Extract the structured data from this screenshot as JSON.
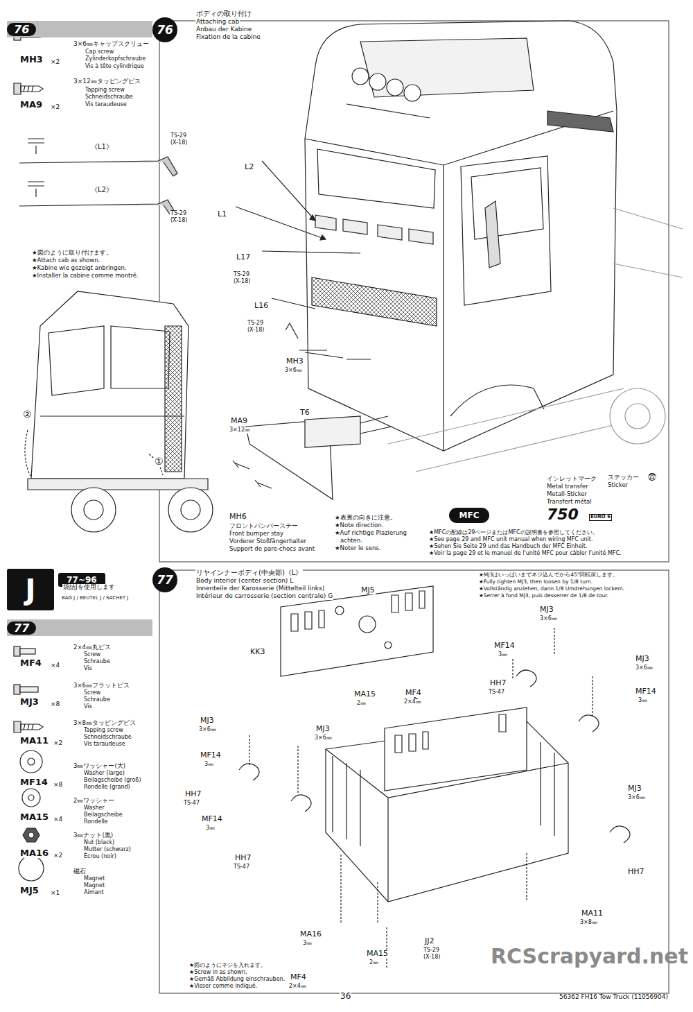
{
  "diagram": {
    "nodes": [
      {
        "text": [
          "76"
        ]
      },
      {
        "text": [
          "76"
        ]
      },
      {
        "text": [
          "J"
        ]
      },
      {
        "text": [
          "77~96"
        ]
      },
      {
        "text": [
          "77"
        ]
      },
      {
        "text": [
          "77"
        ]
      },
      {
        "text": [
          "MFC"
        ]
      }
    ],
    "labels": [
      "3×6㎜キャップスクリュー",
      "Cap screw",
      "Zylinderkopfschraube",
      "Vis à tête cylindrique",
      "MH3",
      "×2",
      "3×12㎜タッピングビス",
      "Tapping screw",
      "Schneidschraube",
      "Vis taraudeuse",
      "MA9",
      "×2",
      "《L1》",
      "TS-29",
      "(X-18)",
      "《L2》",
      "TS-29",
      "(X-18)",
      "★図のように取り付けます。",
      "★Attach cab as shown.",
      "★Kabine wie gezeigt anbringen.",
      "★Installer la cabine comme montré.",
      "②",
      "①",
      "ボディの取り付け",
      "Attaching cab",
      "Anbau der Kabine",
      "Fixation de la cabine",
      "L2",
      "L1",
      "L17",
      "TS-29",
      "(X-18)",
      "L16",
      "TS-29",
      "(X-18)",
      "MH3",
      "3×6㎜",
      "MA9",
      "3×12㎜",
      "T6",
      "MH6",
      "フロントバンパーステー",
      "Front bumper stay",
      "Vorderer Stoßfängerhalter",
      "Support de pare-chocs avant",
      "★表裏の向きに注意。",
      "★Note direction.",
      "★Auf richtige Plazierung",
      "achten.",
      "★Noter le sens.",
      "インレットマーク",
      "Metal transfer",
      "Metall-Sticker",
      "Transfert métal",
      "ステッカー",
      "㉒",
      "Sticker",
      "750",
      "EURO 6",
      "★MFCの配線は29ページまたはMFCの説明書を参照してください。",
      "★See page 29 and MFC unit manual when wiring MFC unit.",
      "★Sehen Sie Seite 29 und das Handbuch der MFC Einheit.",
      "★Voir la page 29 et le manuel de l'unité MFC pour câbler l'unité MFC.",
      "袋詰Jを使用します",
      "BAG J / BEUTEL J / SACHET J",
      "2×4㎜丸ビス",
      "Screw",
      "Schraube",
      "Vis",
      "MF4",
      "×4",
      "3×6㎜フラットビス",
      "Screw",
      "Schraube",
      "Vis",
      "MJ3",
      "×8",
      "3×8㎜タッピングビス",
      "Tapping screw",
      "Schneidschraube",
      "Vis taraudeuse",
      "MA11",
      "×2",
      "3㎜ワッシャー(大)",
      "Washer (large)",
      "Beilagscheibe (groß)",
      "Rondelle (grand)",
      "MF14",
      "×8",
      "2㎜ワッシャー",
      "Washer",
      "Beilagscheibe",
      "Rondelle",
      "MA15",
      "×4",
      "3㎜ナット(黒)",
      "Nut (black)",
      "Mutter (schwarz)",
      "Écrou (noir)",
      "MA16",
      "×2",
      "磁石",
      "Magnet",
      "Magnet",
      "Aimant",
      "MJ5",
      "×1",
      "リヤインナーボディ(中央部)《L》",
      "Body interior (center section) L",
      "Innenteile der Karosserie (Mittelteil links)",
      "Intérieur de carrosserie (section centrale) G",
      "★MJ3はいっぱいまでネジ込んでから45°回転戻します。",
      "★Fully tighten MJ3, then loosen by 1/8 turn.",
      "★Vollständig anziehen, dann 1/8 Umdrehungen lockern.",
      "★Serrer à fond MJ3, puis desserrer de 1/8 de tour.",
      "MJ5",
      "KK3",
      "MA15",
      "2㎜",
      "MF4",
      "2×4㎜",
      "MJ3",
      "3×6㎜",
      "MF14",
      "3㎜",
      "MJ3",
      "3×6㎜",
      "HH7",
      "TS-47",
      "MF14",
      "3㎜",
      "MJ3",
      "3×6㎜",
      "MJ3",
      "3×6㎜",
      "MF14",
      "3㎜",
      "HH7",
      "TS-47",
      "MF14",
      "3㎜",
      "HH7",
      "TS-47",
      "MJ3",
      "3×6㎜",
      "HH7",
      "MA11",
      "3×8㎜",
      "MA16",
      "3㎜",
      "MA15",
      "2㎜",
      "JJ2",
      "TS-29",
      "(X-18)",
      "MF4",
      "2×4㎜",
      "★図のようにネジを入れます。",
      "★Screw in as shown.",
      "★Gemäß Abbildung einschrauben.",
      "★Visser comme indiqué.",
      "36",
      "56362 FH16 Tow Truck (11056904)",
      "RCScrapyard.net"
    ]
  }
}
